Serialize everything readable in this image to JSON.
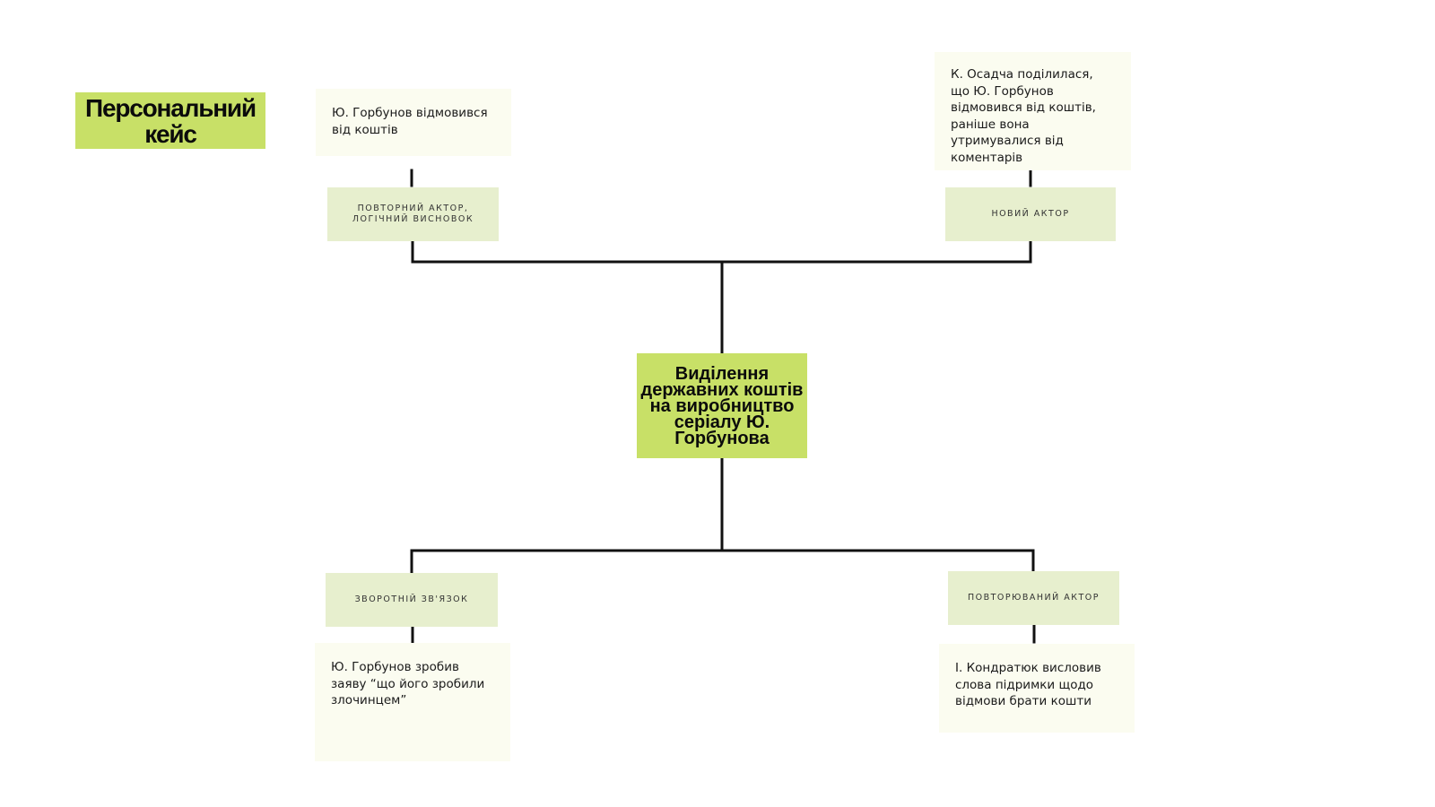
{
  "title": "Персональний кейс",
  "center": "Виділення державних коштів на виробництво серіалу Ю. Горбунова",
  "branches": {
    "top_left": {
      "note": "Ю. Горбунов відмовився від коштів",
      "label": "ПОВТОРНИЙ АКТОР, ЛОГІЧНИЙ ВИСНОВОК"
    },
    "top_right": {
      "note": "К. Осадча поділилася, що Ю. Горбунов відмовився від коштів, раніше вона утримувалися від коментарів",
      "label": "НОВИЙ АКТОР"
    },
    "bottom_left": {
      "label": "ЗВОРОТНІЙ ЗВ'ЯЗОК",
      "note": "Ю. Горбунов зробив заяву “що його зробили злочинцем”"
    },
    "bottom_right": {
      "label": "ПОВТОРЮВАНИЙ АКТОР",
      "note": "І. Кондратюк висловив слова підримки щодо відмови брати кошти"
    }
  },
  "colors": {
    "accent": "#c8e067",
    "label_bg": "#e7efce",
    "note_bg": "#fbfcf0",
    "line": "#111111"
  }
}
